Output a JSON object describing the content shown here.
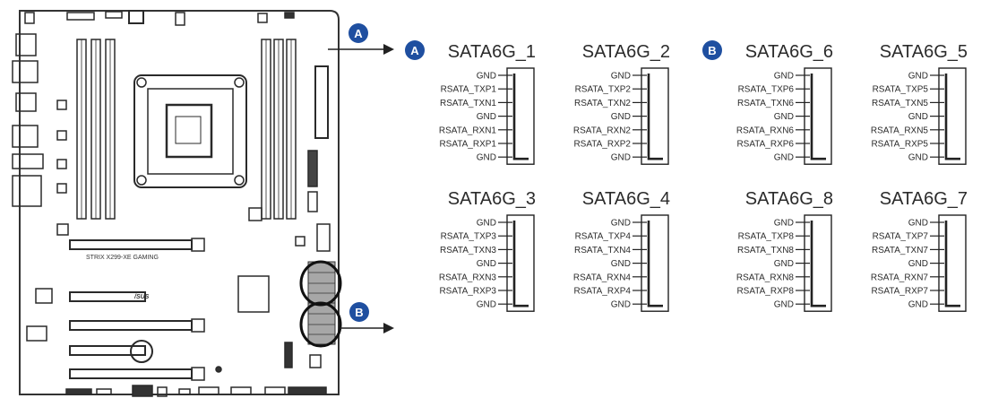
{
  "board": {
    "model_text": "STRIX X299-XE GAMING",
    "brand_logo": "/SUS"
  },
  "callouts": {
    "a_letter": "A",
    "b_letter": "B",
    "accent_color": "#1f4fa0"
  },
  "groups": [
    {
      "badge": "A",
      "ports": [
        {
          "title": "SATA6G_1",
          "pins": [
            "GND",
            "RSATA_TXP1",
            "RSATA_TXN1",
            "GND",
            "RSATA_RXN1",
            "RSATA_RXP1",
            "GND"
          ]
        },
        {
          "title": "SATA6G_2",
          "pins": [
            "GND",
            "RSATA_TXP2",
            "RSATA_TXN2",
            "GND",
            "RSATA_RXN2",
            "RSATA_RXP2",
            "GND"
          ]
        },
        {
          "title": "SATA6G_3",
          "pins": [
            "GND",
            "RSATA_TXP3",
            "RSATA_TXN3",
            "GND",
            "RSATA_RXN3",
            "RSATA_RXP3",
            "GND"
          ]
        },
        {
          "title": "SATA6G_4",
          "pins": [
            "GND",
            "RSATA_TXP4",
            "RSATA_TXN4",
            "GND",
            "RSATA_RXN4",
            "RSATA_RXP4",
            "GND"
          ]
        }
      ]
    },
    {
      "badge": "B",
      "ports": [
        {
          "title": "SATA6G_6",
          "pins": [
            "GND",
            "RSATA_TXP6",
            "RSATA_TXN6",
            "GND",
            "RSATA_RXN6",
            "RSATA_RXP6",
            "GND"
          ]
        },
        {
          "title": "SATA6G_5",
          "pins": [
            "GND",
            "RSATA_TXP5",
            "RSATA_TXN5",
            "GND",
            "RSATA_RXN5",
            "RSATA_RXP5",
            "GND"
          ]
        },
        {
          "title": "SATA6G_8",
          "pins": [
            "GND",
            "RSATA_TXP8",
            "RSATA_TXN8",
            "GND",
            "RSATA_RXN8",
            "RSATA_RXP8",
            "GND"
          ]
        },
        {
          "title": "SATA6G_7",
          "pins": [
            "GND",
            "RSATA_TXP7",
            "RSATA_TXN7",
            "GND",
            "RSATA_RXN7",
            "RSATA_RXP7",
            "GND"
          ]
        }
      ]
    }
  ]
}
